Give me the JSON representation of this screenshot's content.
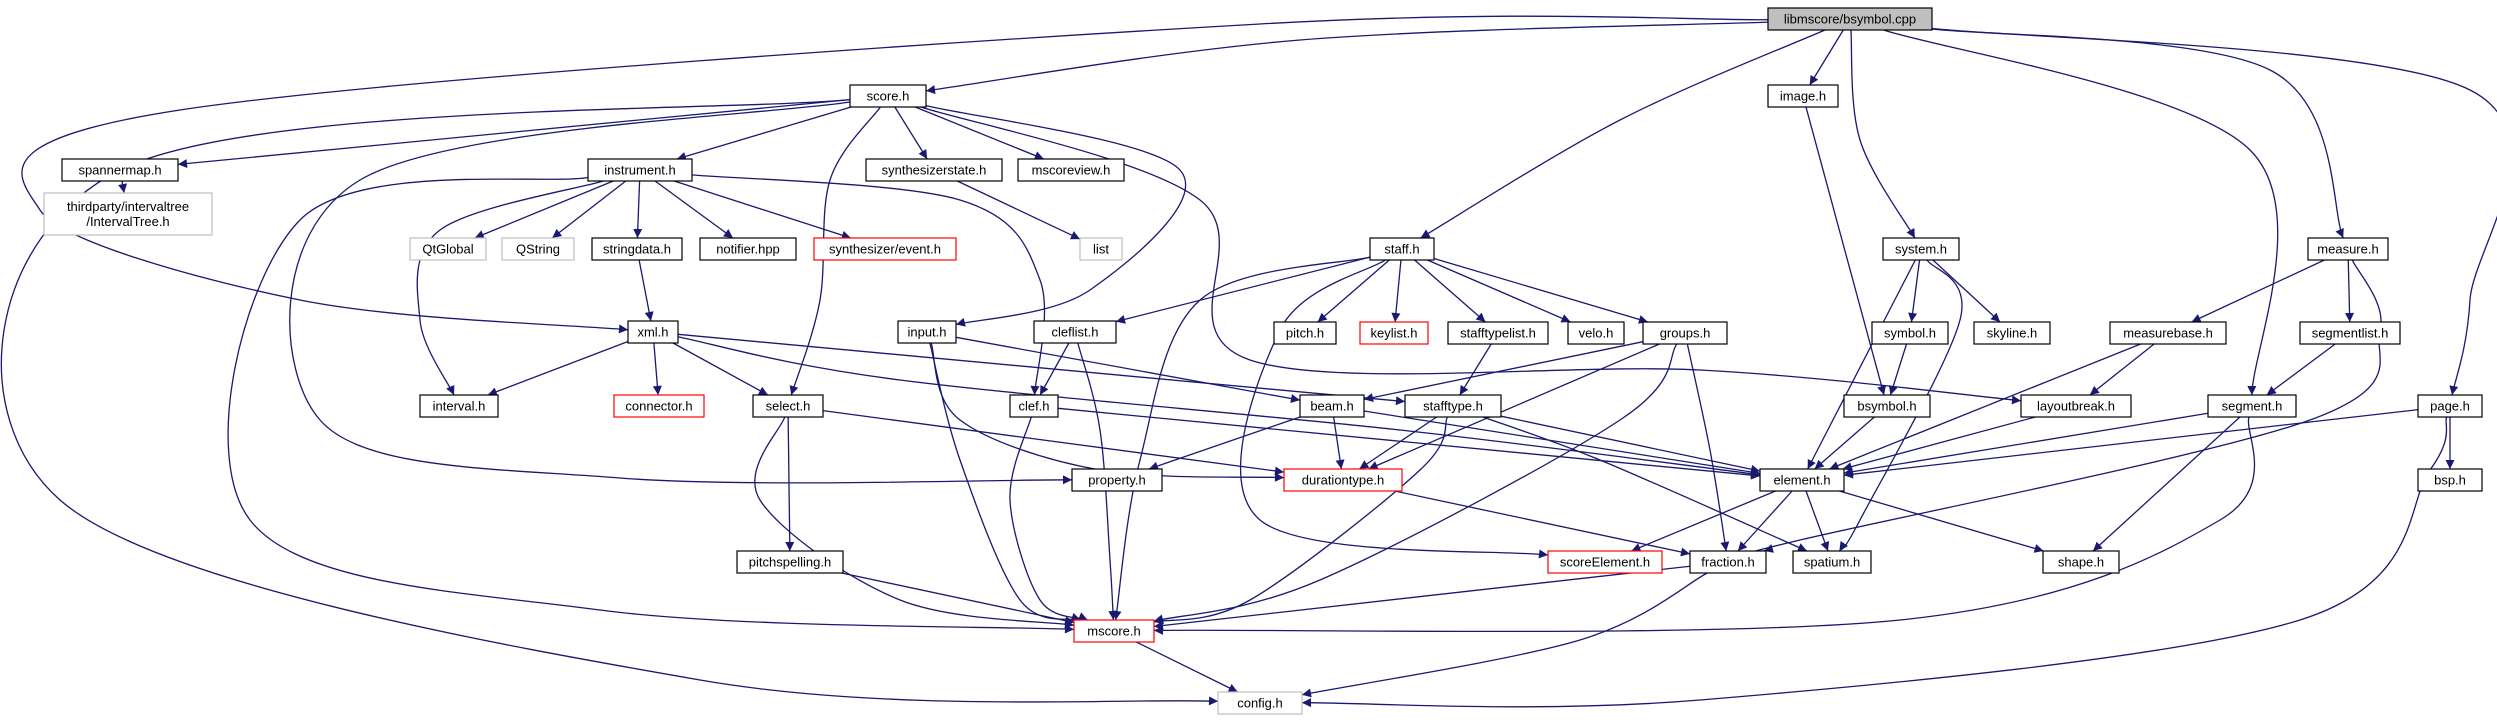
{
  "colors": {
    "edge": "#191970",
    "normal_border": "#000000",
    "missing_border": "#bfbfbf",
    "incomplete_border": "#ff0000",
    "root_fill": "#bfbfbf",
    "fill": "#ffffff",
    "missing_text": "#7f7f7f"
  },
  "nodes": [
    {
      "id": "root",
      "label": "libmscore/bsymbol.cpp",
      "style": "root"
    },
    {
      "id": "score",
      "label": "score.h",
      "style": "normal"
    },
    {
      "id": "image",
      "label": "image.h",
      "style": "normal"
    },
    {
      "id": "spannermap",
      "label": "spannermap.h",
      "style": "normal"
    },
    {
      "id": "instrument",
      "label": "instrument.h",
      "style": "normal"
    },
    {
      "id": "synthstate",
      "label": "synthesizerstate.h",
      "style": "normal"
    },
    {
      "id": "mscoreview",
      "label": "mscoreview.h",
      "style": "normal"
    },
    {
      "id": "intervaltree",
      "label": "thirdparty/intervaltree\n/IntervalTree.h",
      "style": "missing"
    },
    {
      "id": "qtglobal",
      "label": "QtGlobal",
      "style": "missing"
    },
    {
      "id": "qstring",
      "label": "QString",
      "style": "missing"
    },
    {
      "id": "stringdata",
      "label": "stringdata.h",
      "style": "normal"
    },
    {
      "id": "notifier",
      "label": "notifier.hpp",
      "style": "normal"
    },
    {
      "id": "synthevent",
      "label": "synthesizer/event.h",
      "style": "incomplete"
    },
    {
      "id": "list",
      "label": "list",
      "style": "missing"
    },
    {
      "id": "staff",
      "label": "staff.h",
      "style": "normal"
    },
    {
      "id": "system",
      "label": "system.h",
      "style": "normal"
    },
    {
      "id": "measure",
      "label": "measure.h",
      "style": "normal"
    },
    {
      "id": "xml",
      "label": "xml.h",
      "style": "normal"
    },
    {
      "id": "input",
      "label": "input.h",
      "style": "normal"
    },
    {
      "id": "clefflist",
      "label": "cleflist.h",
      "style": "normal"
    },
    {
      "id": "pitch",
      "label": "pitch.h",
      "style": "normal"
    },
    {
      "id": "keylist",
      "label": "keylist.h",
      "style": "incomplete"
    },
    {
      "id": "stafftypelist",
      "label": "stafftypelist.h",
      "style": "normal"
    },
    {
      "id": "velo",
      "label": "velo.h",
      "style": "normal"
    },
    {
      "id": "groups",
      "label": "groups.h",
      "style": "normal"
    },
    {
      "id": "symbol",
      "label": "symbol.h",
      "style": "normal"
    },
    {
      "id": "skyline",
      "label": "skyline.h",
      "style": "normal"
    },
    {
      "id": "measurebase",
      "label": "measurebase.h",
      "style": "normal"
    },
    {
      "id": "segmentlist",
      "label": "segmentlist.h",
      "style": "normal"
    },
    {
      "id": "interval",
      "label": "interval.h",
      "style": "normal"
    },
    {
      "id": "connector",
      "label": "connector.h",
      "style": "incomplete"
    },
    {
      "id": "select",
      "label": "select.h",
      "style": "normal"
    },
    {
      "id": "clef",
      "label": "clef.h",
      "style": "normal"
    },
    {
      "id": "beam",
      "label": "beam.h",
      "style": "normal"
    },
    {
      "id": "stafftype",
      "label": "stafftype.h",
      "style": "normal"
    },
    {
      "id": "bsymbol",
      "label": "bsymbol.h",
      "style": "normal"
    },
    {
      "id": "layoutbreak",
      "label": "layoutbreak.h",
      "style": "normal"
    },
    {
      "id": "segment",
      "label": "segment.h",
      "style": "normal"
    },
    {
      "id": "page",
      "label": "page.h",
      "style": "normal"
    },
    {
      "id": "property",
      "label": "property.h",
      "style": "normal"
    },
    {
      "id": "durationtype",
      "label": "durationtype.h",
      "style": "incomplete"
    },
    {
      "id": "element",
      "label": "element.h",
      "style": "normal"
    },
    {
      "id": "bsp",
      "label": "bsp.h",
      "style": "normal"
    },
    {
      "id": "pitchspelling",
      "label": "pitchspelling.h",
      "style": "normal"
    },
    {
      "id": "scoreelement",
      "label": "scoreElement.h",
      "style": "incomplete"
    },
    {
      "id": "fraction",
      "label": "fraction.h",
      "style": "normal"
    },
    {
      "id": "spatium",
      "label": "spatium.h",
      "style": "normal"
    },
    {
      "id": "shape",
      "label": "shape.h",
      "style": "normal"
    },
    {
      "id": "mscore",
      "label": "mscore.h",
      "style": "incomplete"
    },
    {
      "id": "config",
      "label": "config.h",
      "style": "missing"
    }
  ],
  "edges": [
    [
      "root",
      "score"
    ],
    [
      "root",
      "xml"
    ],
    [
      "root",
      "image"
    ],
    [
      "root",
      "staff"
    ],
    [
      "root",
      "system"
    ],
    [
      "root",
      "measure"
    ],
    [
      "root",
      "segment"
    ],
    [
      "root",
      "page"
    ],
    [
      "score",
      "spannermap"
    ],
    [
      "score",
      "instrument"
    ],
    [
      "score",
      "synthstate"
    ],
    [
      "score",
      "mscoreview"
    ],
    [
      "score",
      "input"
    ],
    [
      "score",
      "select"
    ],
    [
      "score",
      "layoutbreak"
    ],
    [
      "score",
      "property"
    ],
    [
      "score",
      "config"
    ],
    [
      "spannermap",
      "intervaltree"
    ],
    [
      "instrument",
      "qtglobal"
    ],
    [
      "instrument",
      "qstring"
    ],
    [
      "instrument",
      "stringdata"
    ],
    [
      "instrument",
      "notifier"
    ],
    [
      "instrument",
      "synthevent"
    ],
    [
      "instrument",
      "interval"
    ],
    [
      "instrument",
      "clef"
    ],
    [
      "instrument",
      "mscore"
    ],
    [
      "synthstate",
      "list"
    ],
    [
      "stringdata",
      "xml"
    ],
    [
      "xml",
      "interval"
    ],
    [
      "xml",
      "connector"
    ],
    [
      "xml",
      "select"
    ],
    [
      "xml",
      "stafftype"
    ],
    [
      "xml",
      "element"
    ],
    [
      "image",
      "bsymbol"
    ],
    [
      "staff",
      "clefflist"
    ],
    [
      "staff",
      "pitch"
    ],
    [
      "staff",
      "keylist"
    ],
    [
      "staff",
      "stafftypelist"
    ],
    [
      "staff",
      "velo"
    ],
    [
      "staff",
      "groups"
    ],
    [
      "staff",
      "mscore"
    ],
    [
      "staff",
      "scoreelement"
    ],
    [
      "input",
      "beam"
    ],
    [
      "input",
      "durationtype"
    ],
    [
      "input",
      "mscore"
    ],
    [
      "clefflist",
      "clef"
    ],
    [
      "clefflist",
      "mscore"
    ],
    [
      "stafftypelist",
      "stafftype"
    ],
    [
      "groups",
      "beam"
    ],
    [
      "groups",
      "durationtype"
    ],
    [
      "groups",
      "fraction"
    ],
    [
      "groups",
      "mscore"
    ],
    [
      "system",
      "symbol"
    ],
    [
      "system",
      "skyline"
    ],
    [
      "system",
      "element"
    ],
    [
      "system",
      "spatium"
    ],
    [
      "symbol",
      "bsymbol"
    ],
    [
      "measure",
      "measurebase"
    ],
    [
      "measure",
      "segmentlist"
    ],
    [
      "measure",
      "fraction"
    ],
    [
      "measurebase",
      "layoutbreak"
    ],
    [
      "measurebase",
      "element"
    ],
    [
      "segmentlist",
      "segment"
    ],
    [
      "select",
      "pitchspelling"
    ],
    [
      "select",
      "durationtype"
    ],
    [
      "select",
      "mscore"
    ],
    [
      "clef",
      "element"
    ],
    [
      "clef",
      "mscore"
    ],
    [
      "beam",
      "property"
    ],
    [
      "beam",
      "durationtype"
    ],
    [
      "beam",
      "element"
    ],
    [
      "stafftype",
      "durationtype"
    ],
    [
      "stafftype",
      "element"
    ],
    [
      "stafftype",
      "spatium"
    ],
    [
      "stafftype",
      "mscore"
    ],
    [
      "bsymbol",
      "element"
    ],
    [
      "layoutbreak",
      "element"
    ],
    [
      "segment",
      "element"
    ],
    [
      "segment",
      "shape"
    ],
    [
      "segment",
      "mscore"
    ],
    [
      "page",
      "element"
    ],
    [
      "page",
      "bsp"
    ],
    [
      "page",
      "config"
    ],
    [
      "durationtype",
      "fraction"
    ],
    [
      "element",
      "scoreelement"
    ],
    [
      "element",
      "fraction"
    ],
    [
      "element",
      "spatium"
    ],
    [
      "element",
      "shape"
    ],
    [
      "pitchspelling",
      "mscore"
    ],
    [
      "fraction",
      "mscore"
    ],
    [
      "fraction",
      "config"
    ],
    [
      "mscore",
      "config"
    ]
  ]
}
